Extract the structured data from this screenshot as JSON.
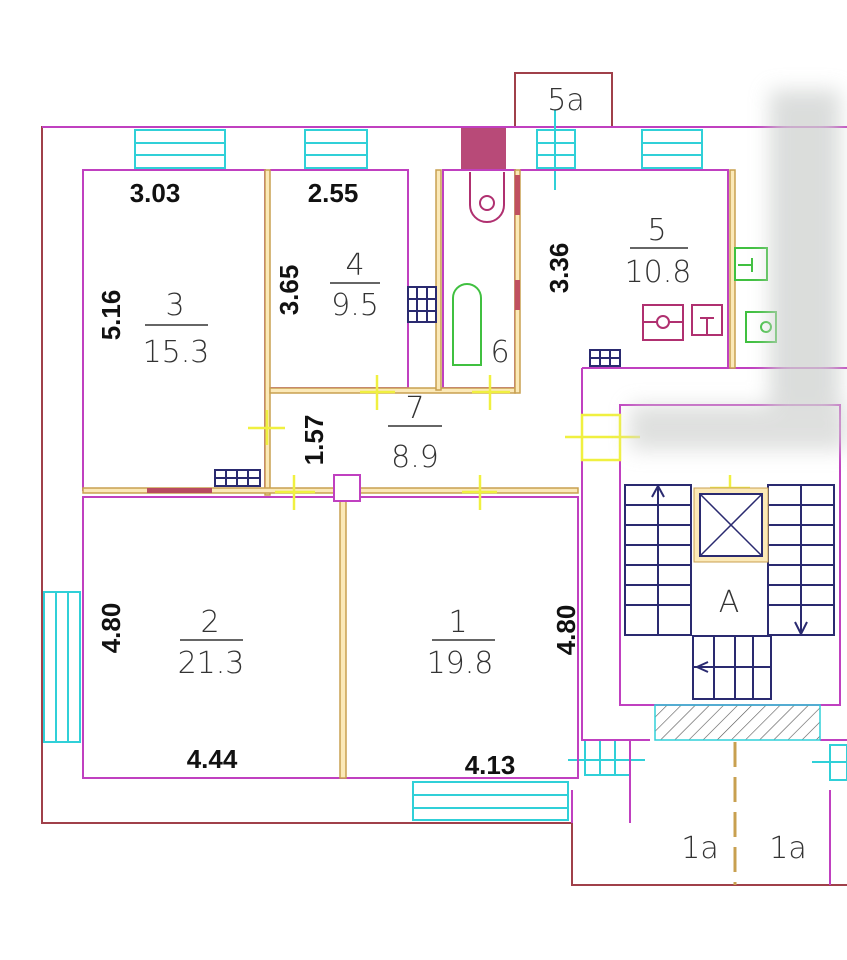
{
  "plan": {
    "rooms": [
      {
        "number": "1",
        "area": "19.8"
      },
      {
        "number": "2",
        "area": "21.3"
      },
      {
        "number": "3",
        "area": "15.3"
      },
      {
        "number": "4",
        "area": "9.5"
      },
      {
        "number": "5",
        "area": "10.8"
      },
      {
        "number": "6"
      },
      {
        "number": "7",
        "area": "8.9"
      }
    ],
    "other_labels": {
      "balcony": "5a",
      "stairwell": "A",
      "entrance_left": "1a",
      "entrance_right": "1a"
    },
    "dimensions": {
      "room3_width": "3.03",
      "room3_length": "5.16",
      "room4_width": "2.55",
      "room4_length": "3.65",
      "room5_length": "3.36",
      "room7_width": "1.57",
      "room2_length": "4.80",
      "room2_width": "4.44",
      "room1_length": "4.80",
      "room1_width": "4.13"
    },
    "colors": {
      "walls": "#c040c0",
      "windows": "#30d0d8",
      "doors": "#f0f040",
      "partitions": "#fbe9b8"
    }
  }
}
